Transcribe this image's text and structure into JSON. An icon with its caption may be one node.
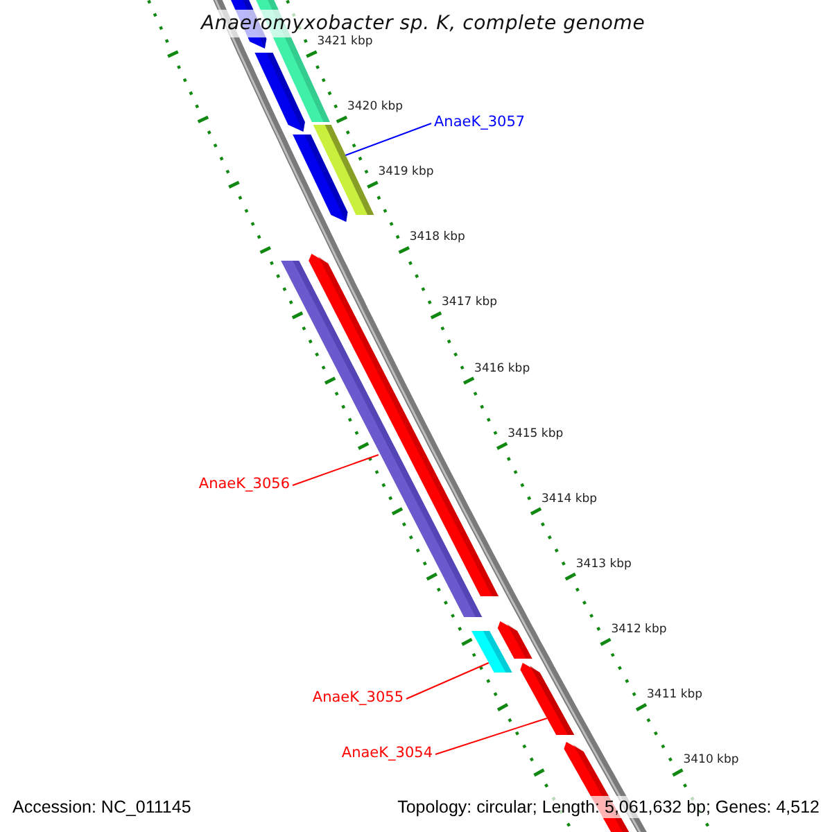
{
  "diagram": {
    "title": "Anaeromyxobacter sp. K, complete genome",
    "nodes": [
      {
        "text": [
          "AnaeK_3057"
        ]
      },
      {
        "text": [],
        "shape": "bar"
      },
      {
        "text": [
          "AnaeK_3056"
        ]
      },
      {
        "text": [],
        "shape": "bar"
      },
      {
        "text": [
          "AnaeK_3055"
        ]
      },
      {
        "text": [],
        "shape": "bar"
      },
      {
        "text": [
          "AnaeK_3054"
        ]
      },
      {
        "text": [],
        "shape": "bar"
      }
    ],
    "edges": [
      {
        "from": 0,
        "to": 1,
        "arrow": "none",
        "color": "#0000ff"
      },
      {
        "from": 2,
        "to": 3,
        "arrow": "none"
      },
      {
        "from": 4,
        "to": 5,
        "arrow": "none"
      },
      {
        "from": 6,
        "to": 7,
        "arrow": "none"
      }
    ],
    "labels": [
      "3421 kbp",
      "3420 kbp",
      "3419 kbp",
      "3418 kbp",
      "3417 kbp",
      "3416 kbp",
      "3415 kbp",
      "3414 kbp",
      "3413 kbp",
      "3412 kbp",
      "3411 kbp",
      "3410 kbp",
      "Accession: NC_011145",
      "Topology: circular; Length: 5,061,632 bp; Genes: 4,512"
    ]
  }
}
